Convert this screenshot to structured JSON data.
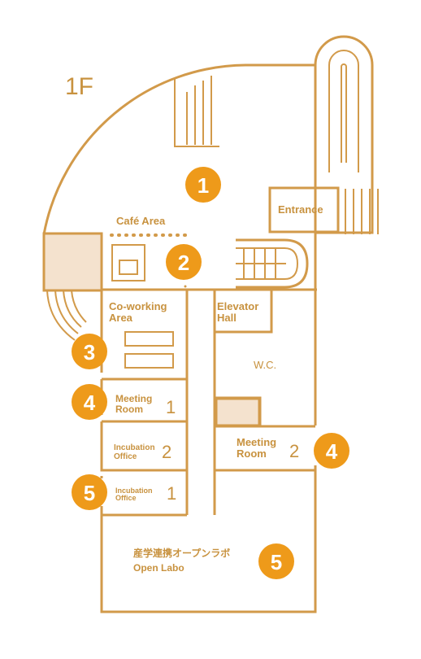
{
  "floor_label": "1F",
  "rooms": {
    "entrance": "Entrance",
    "cafe_area": "Café Area",
    "coworking_line1": "Co-working",
    "coworking_line2": "Area",
    "elevator_line1": "Elevator",
    "elevator_line2": "Hall",
    "wc": "W.C.",
    "meeting1_line1": "Meeting",
    "meeting1_line2": "Room",
    "meeting1_num": "1",
    "meeting2_line1": "Meeting",
    "meeting2_line2": "Room",
    "meeting2_num": "2",
    "incubation2_line1": "Incubation",
    "incubation2_line2": "Office",
    "incubation2_num": "2",
    "incubation1_line1": "Incubation",
    "incubation1_line2": "Office",
    "incubation1_num": "1",
    "openlabo_jp": "産学連携オープンラボ",
    "openlabo_en": "Open Labo"
  },
  "badges": {
    "b1": "1",
    "b2": "2",
    "b3": "3",
    "b4a": "4",
    "b4b": "4",
    "b5a": "5",
    "b5b": "5"
  },
  "colors": {
    "line": "#D29A4A",
    "badge": "#EE9A1A",
    "fill": "#F4E2CE"
  }
}
